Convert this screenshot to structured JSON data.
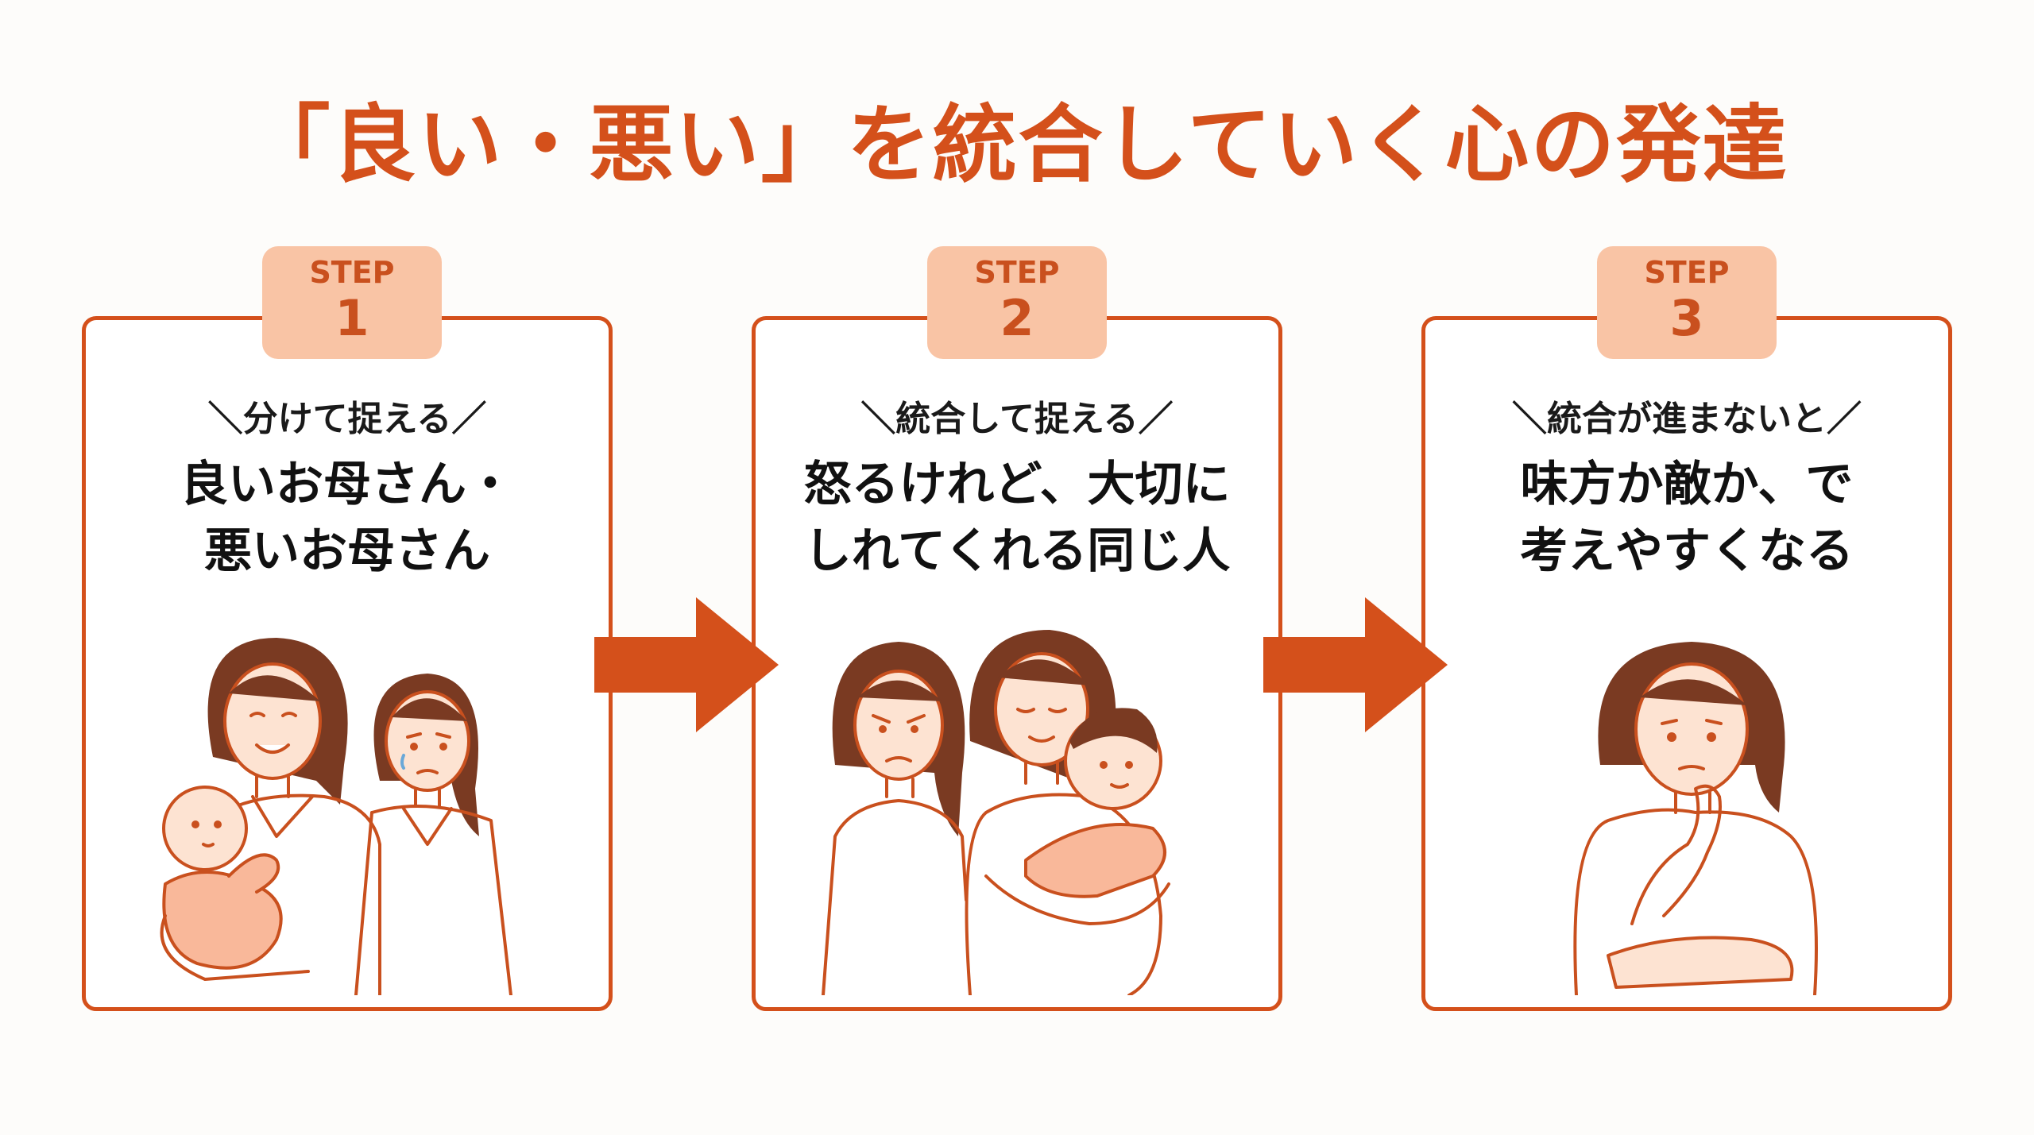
{
  "title": "「良い・悪い」を統合していく心の発達",
  "colors": {
    "accent": "#d4501b",
    "badge_bg": "#f9c4a5",
    "skin": "#fde3d2",
    "hair": "#7a3a22",
    "line": "#c9501e"
  },
  "steps": [
    {
      "label": "STEP",
      "number": "1",
      "subtitle": "＼分けて捉える／",
      "heading": "良いお母さん・\n悪いお母さん"
    },
    {
      "label": "STEP",
      "number": "2",
      "subtitle": "＼統合して捉える／",
      "heading": "怒るけれど、大切に\nしれてくれる同じ人"
    },
    {
      "label": "STEP",
      "number": "3",
      "subtitle": "＼統合が進まないと／",
      "heading": "味方か敵か、で\n考えやすくなる"
    }
  ],
  "icons": [
    "right-arrow-icon",
    "right-arrow-icon"
  ]
}
